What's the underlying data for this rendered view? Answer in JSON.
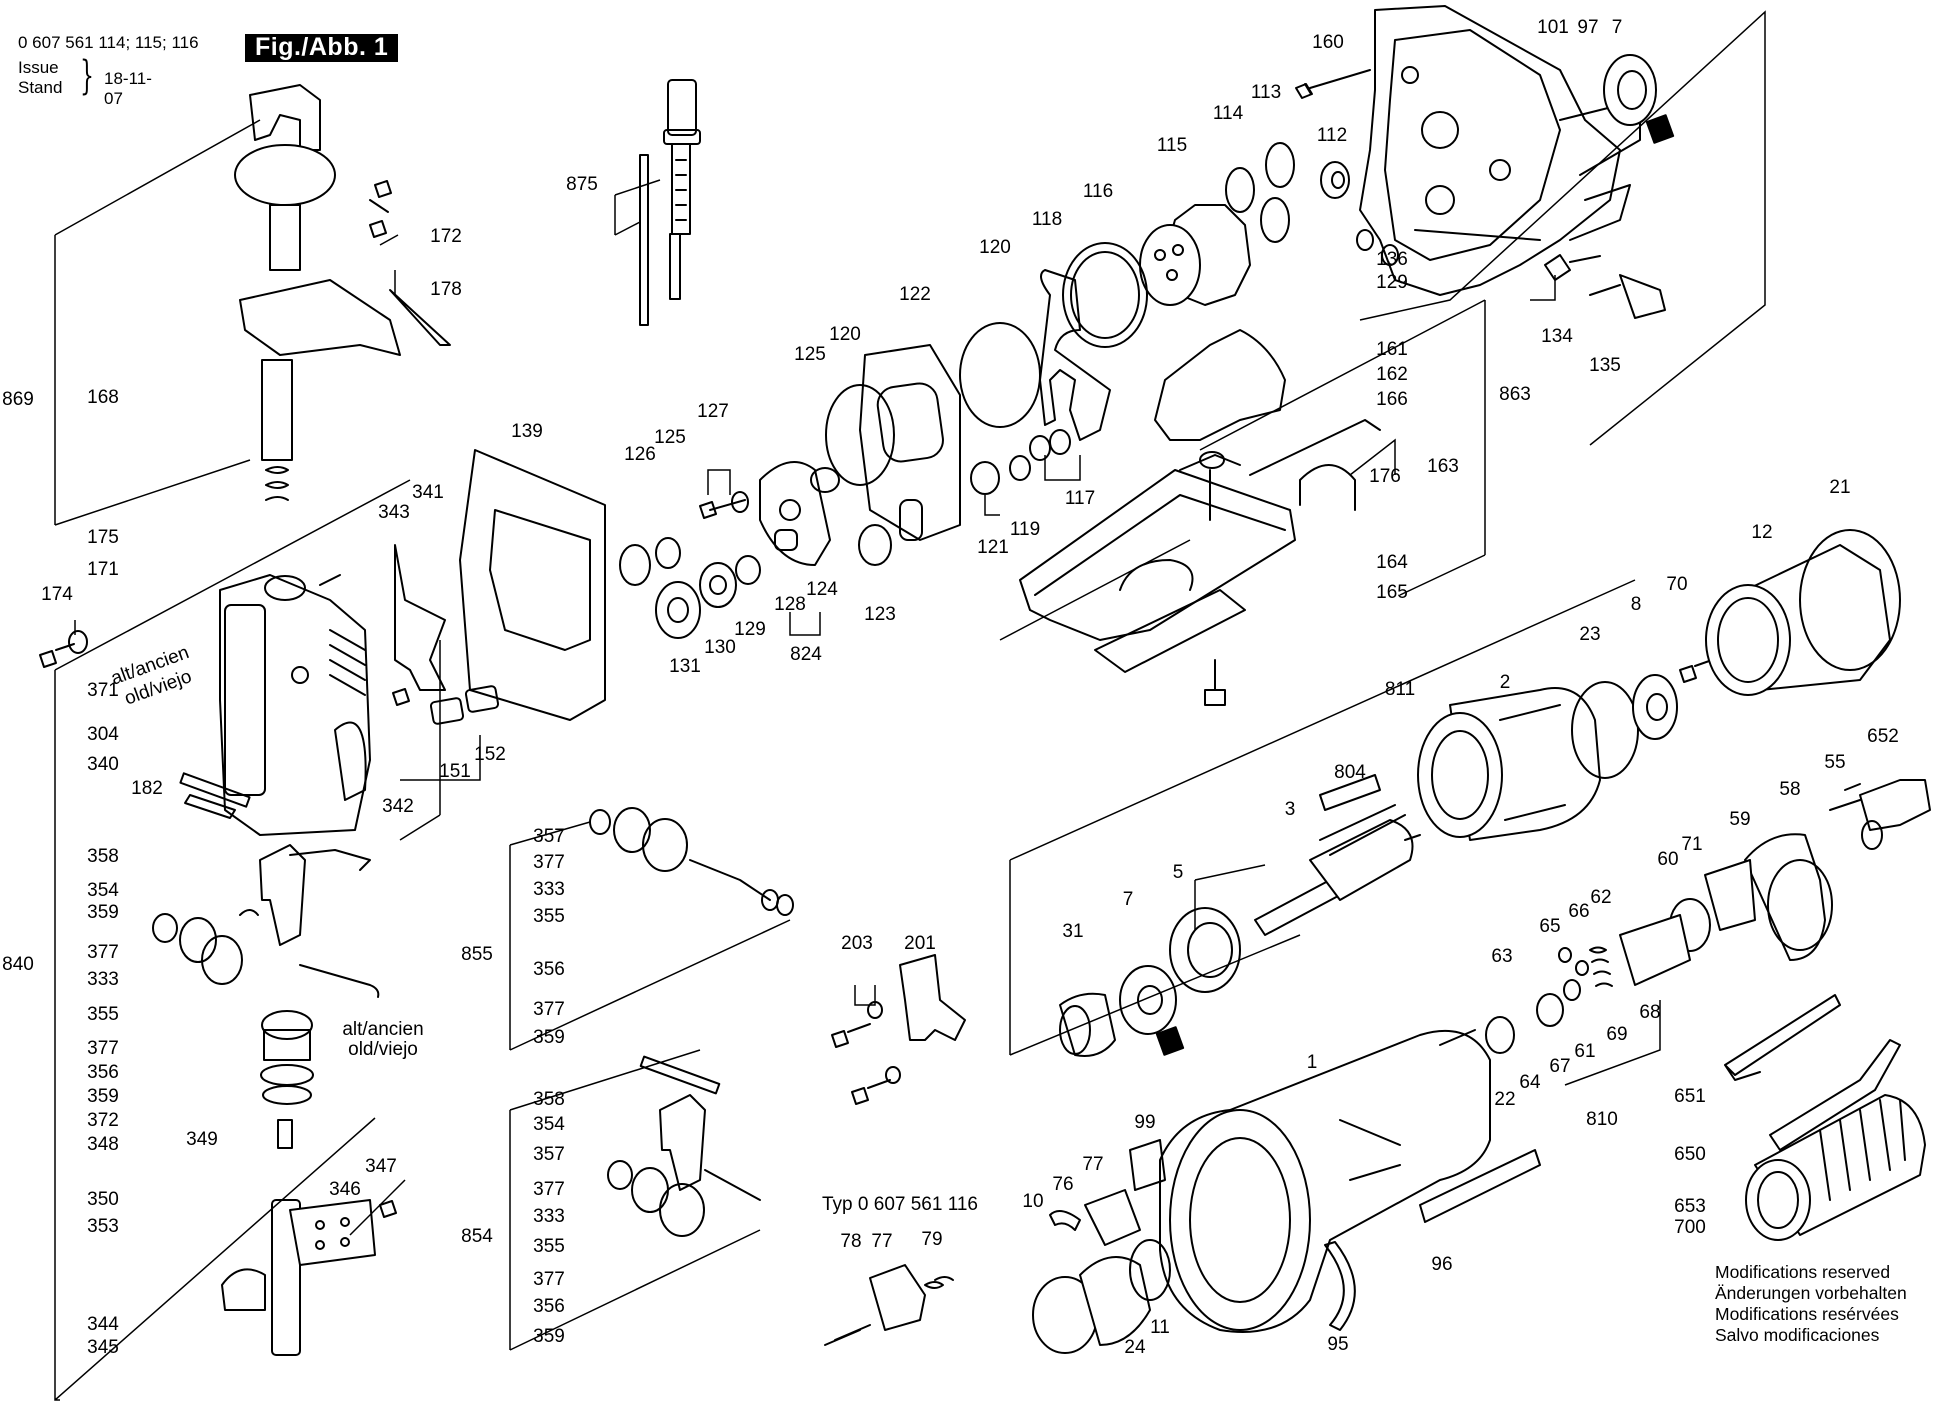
{
  "header": {
    "part_numbers": "0 607 561 114; 115; 116",
    "figure_badge": "Fig./Abb. 1",
    "issue_label": "Issue",
    "stand_label": "Stand",
    "issue_date": "18-11-07"
  },
  "labels": {
    "p160": "160",
    "p101": "101",
    "p97": "97",
    "p7a": "7",
    "p113": "113",
    "p114": "114",
    "p112": "112",
    "p115": "115",
    "p116": "116",
    "p118": "118",
    "p120a": "120",
    "p122": "122",
    "p120b": "120",
    "p125a": "125",
    "p127": "127",
    "p126": "126",
    "p125b": "125",
    "p875": "875",
    "p136": "136",
    "p129a": "129",
    "p134": "134",
    "p135": "135",
    "p161": "161",
    "p162": "162",
    "p166": "166",
    "p863": "863",
    "p176": "176",
    "p163": "163",
    "p117": "117",
    "p119": "119",
    "p121": "121",
    "p164": "164",
    "p165": "165",
    "p123": "123",
    "p124": "124",
    "p128": "128",
    "p824": "824",
    "p129b": "129",
    "p130": "130",
    "p131": "131",
    "p139": "139",
    "p172": "172",
    "p178": "178",
    "p168": "168",
    "p869": "869",
    "p175": "175",
    "p171": "171",
    "p174": "174",
    "p343": "343",
    "p341": "341",
    "p342": "342",
    "p151": "151",
    "p152": "152",
    "p21": "21",
    "p12": "12",
    "p70": "70",
    "p8": "8",
    "p23": "23",
    "p811": "811",
    "p2": "2",
    "p804": "804",
    "p3": "3",
    "p5": "5",
    "p7b": "7",
    "p31": "31",
    "p652": "652",
    "p55": "55",
    "p58": "58",
    "p59": "59",
    "p60": "60",
    "p71": "71",
    "p62": "62",
    "p66": "66",
    "p65": "65",
    "p63": "63",
    "p69": "69",
    "p68": "68",
    "p61": "61",
    "p67": "67",
    "p64": "64",
    "p22": "22",
    "p810": "810",
    "p1": "1",
    "p651": "651",
    "p650": "650",
    "p653": "653",
    "p700": "700",
    "p96": "96",
    "p99": "99",
    "p77a": "77",
    "p76": "76",
    "p10": "10",
    "p11": "11",
    "p24": "24",
    "p95": "95",
    "p203": "203",
    "p201": "201",
    "typ": "Typ 0 607 561 116",
    "p78": "78",
    "p77b": "77",
    "p79": "79",
    "p357a": "357",
    "p377a": "377",
    "p333a": "333",
    "p355a": "355",
    "p855": "855",
    "p356a": "356",
    "p377b": "377",
    "p359a": "359",
    "p358a": "358",
    "p354a": "354",
    "p357b": "357",
    "p377c": "377",
    "p333b": "333",
    "p854": "854",
    "p355b": "355",
    "p377d": "377",
    "p356b": "356",
    "p359b": "359",
    "alt1": "alt/ancien",
    "old1": "old/viejo",
    "p371": "371",
    "p304": "304",
    "p340": "340",
    "p182": "182",
    "p358b": "358",
    "p354b": "354",
    "p359c": "359",
    "p377e": "377",
    "p333c": "333",
    "p355c": "355",
    "p377f": "377",
    "p356c": "356",
    "p359d": "359",
    "p372": "372",
    "p348": "348",
    "p349": "349",
    "alt2": "alt/ancien",
    "old2": "old/viejo",
    "p840": "840",
    "p347": "347",
    "p346": "346",
    "p350": "350",
    "p353": "353",
    "p344": "344",
    "p345": "345"
  },
  "notice": {
    "line1": "Modifications reserved",
    "line2": "Änderungen vorbehalten",
    "line3": "Modifications resérvées",
    "line4": "Salvo modificaciones"
  }
}
